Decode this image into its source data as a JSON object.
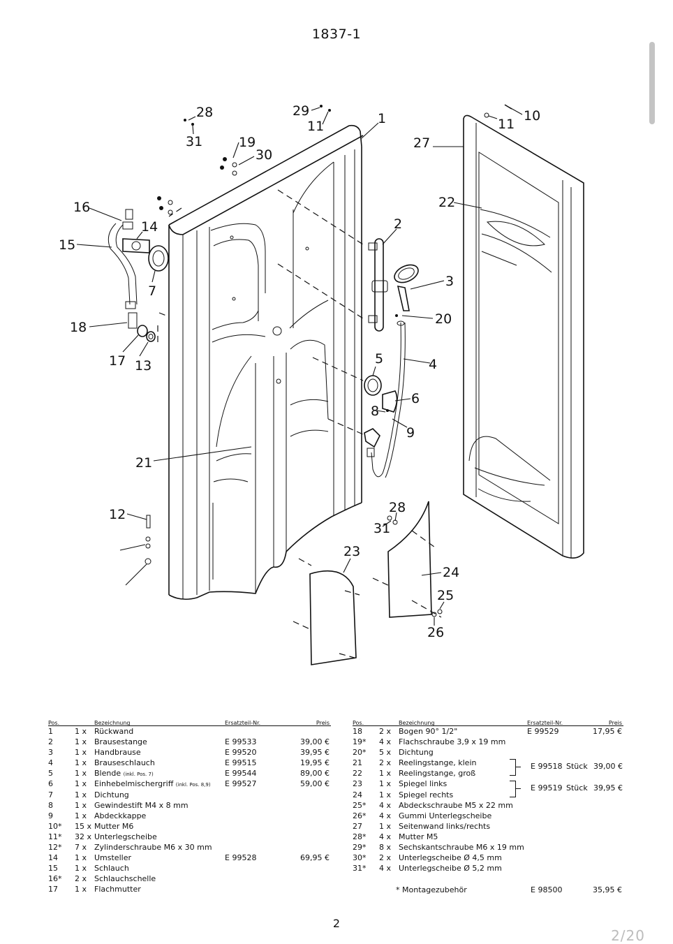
{
  "document": {
    "title": "1837-1",
    "page_number": "2",
    "page_indicator": "2/20"
  },
  "diagram": {
    "callouts": [
      "1",
      "2",
      "3",
      "4",
      "5",
      "6",
      "7",
      "8",
      "9",
      "10",
      "11",
      "12",
      "13",
      "14",
      "15",
      "16",
      "17",
      "18",
      "19",
      "20",
      "21",
      "22",
      "23",
      "24",
      "25",
      "26",
      "27",
      "28",
      "29",
      "30",
      "31"
    ]
  },
  "table_headers": {
    "pos": "Pos.",
    "bezeichnung": "Bezeichnung",
    "ersatzteil": "Ersatzteil-Nr.",
    "preis": "Preis"
  },
  "left_rows": [
    {
      "pos": "1",
      "qty": "1 x",
      "name": "Rückwand",
      "note": "",
      "nr": "",
      "price": ""
    },
    {
      "pos": "2",
      "qty": "1 x",
      "name": "Brausestange",
      "note": "",
      "nr": "E 99533",
      "price": "39,00 €"
    },
    {
      "pos": "3",
      "qty": "1 x",
      "name": "Handbrause",
      "note": "",
      "nr": "E 99520",
      "price": "39,95 €"
    },
    {
      "pos": "4",
      "qty": "1 x",
      "name": "Brauseschlauch",
      "note": "",
      "nr": "E 99515",
      "price": "19,95 €"
    },
    {
      "pos": "5",
      "qty": "1 x",
      "name": "Blende",
      "note": "(inkl. Pos. 7)",
      "nr": "E 99544",
      "price": "89,00 €"
    },
    {
      "pos": "6",
      "qty": "1 x",
      "name": "Einhebelmischergriff",
      "note": "(inkl. Pos. 8,9)",
      "nr": "E 99527",
      "price": "59,00 €"
    },
    {
      "pos": "7",
      "qty": "1 x",
      "name": "Dichtung",
      "note": "",
      "nr": "",
      "price": ""
    },
    {
      "pos": "8",
      "qty": "1 x",
      "name": "Gewindestift M4 x 8 mm",
      "note": "",
      "nr": "",
      "price": ""
    },
    {
      "pos": "9",
      "qty": "1 x",
      "name": "Abdeckkappe",
      "note": "",
      "nr": "",
      "price": ""
    },
    {
      "pos": "10*",
      "qty": "15 x",
      "name": "Mutter M6",
      "note": "",
      "nr": "",
      "price": ""
    },
    {
      "pos": "11*",
      "qty": "32 x",
      "name": "Unterlegscheibe",
      "note": "",
      "nr": "",
      "price": ""
    },
    {
      "pos": "12*",
      "qty": "7 x",
      "name": "Zylinderschraube M6 x 30 mm",
      "note": "",
      "nr": "",
      "price": ""
    },
    {
      "pos": "14",
      "qty": "1 x",
      "name": "Umsteller",
      "note": "",
      "nr": "E 99528",
      "price": "69,95 €"
    },
    {
      "pos": "15",
      "qty": "1 x",
      "name": "Schlauch",
      "note": "",
      "nr": "",
      "price": ""
    },
    {
      "pos": "16*",
      "qty": "2 x",
      "name": "Schlauchschelle",
      "note": "",
      "nr": "",
      "price": ""
    },
    {
      "pos": "17",
      "qty": "1 x",
      "name": "Flachmutter",
      "note": "",
      "nr": "",
      "price": ""
    }
  ],
  "right_rows": [
    {
      "pos": "18",
      "qty": "2 x",
      "name": "Bogen 90° 1/2\"",
      "nr": "E 99529",
      "price": "17,95 €"
    },
    {
      "pos": "19*",
      "qty": "4 x",
      "name": "Flachschraube 3,9 x 19 mm",
      "nr": "",
      "price": ""
    },
    {
      "pos": "20*",
      "qty": "5 x",
      "name": "Dichtung",
      "nr": "",
      "price": ""
    },
    {
      "pos": "21",
      "qty": "2 x",
      "name": "Reelingstange, klein",
      "nr": "",
      "price": ""
    },
    {
      "pos": "22",
      "qty": "1 x",
      "name": "Reelingstange, groß",
      "nr": "",
      "price": ""
    },
    {
      "pos": "23",
      "qty": "1 x",
      "name": "Spiegel links",
      "nr": "",
      "price": ""
    },
    {
      "pos": "24",
      "qty": "1 x",
      "name": "Spiegel rechts",
      "nr": "",
      "price": ""
    },
    {
      "pos": "25*",
      "qty": "4 x",
      "name": "Abdeckschraube M5 x 22 mm",
      "nr": "",
      "price": ""
    },
    {
      "pos": "26*",
      "qty": "4 x",
      "name": "Gummi Unterlegscheibe",
      "nr": "",
      "price": ""
    },
    {
      "pos": "27",
      "qty": "1 x",
      "name": "Seitenwand links/rechts",
      "nr": "",
      "price": ""
    },
    {
      "pos": "28*",
      "qty": "4 x",
      "name": "Mutter M5",
      "nr": "",
      "price": ""
    },
    {
      "pos": "29*",
      "qty": "8 x",
      "name": "Sechskantschraube M6 x 19 mm",
      "nr": "",
      "price": ""
    },
    {
      "pos": "30*",
      "qty": "2 x",
      "name": "Unterlegscheibe Ø 4,5 mm",
      "nr": "",
      "price": ""
    },
    {
      "pos": "31*",
      "qty": "4 x",
      "name": "Unterlegscheibe Ø 5,2 mm",
      "nr": "",
      "price": ""
    }
  ],
  "groups": [
    {
      "nr": "E 99518",
      "unit": "Stück",
      "price": "39,00 €"
    },
    {
      "nr": "E 99519",
      "unit": "Stück",
      "price": "39,95 €"
    }
  ],
  "footnote": {
    "label": "* Montagezubehör",
    "nr": "E 98500",
    "price": "35,95 €"
  }
}
